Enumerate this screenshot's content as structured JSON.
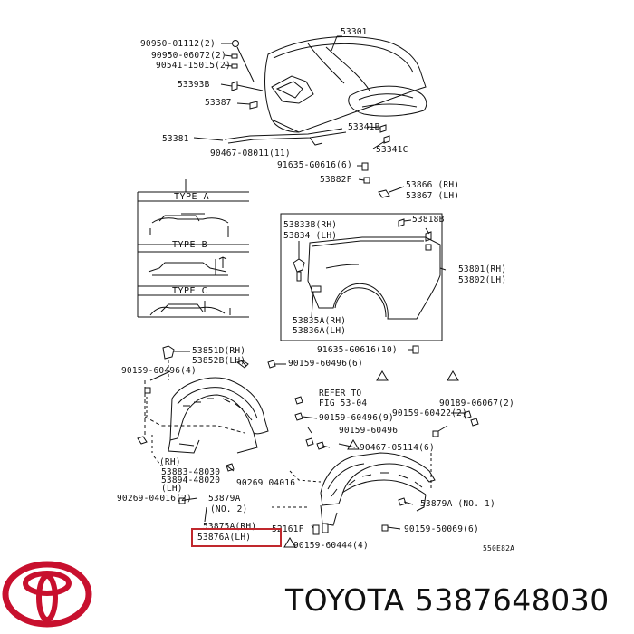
{
  "diagram": {
    "part_labels": [
      "53301",
      "90950-01112(2)",
      "90950-06072(2)",
      "90541-15015(2)",
      "53393B",
      "53387",
      "53341B",
      "53381",
      "90467-08011(11)",
      "53341C",
      "91635-G0616(6)",
      "53882F",
      "53866 (RH)",
      "53867 (LH)",
      "53833B(RH)",
      "53834 (LH)",
      "53818B",
      "53801(RH)",
      "53802(LH)",
      "53835A(RH)",
      "53836A(LH)",
      "91635-G0616(10)",
      "53851D(RH)",
      "53852B(LH)",
      "90159-60496(4)",
      "90159-60496(6)",
      "REFER TO",
      "FIG 53-04",
      "90189-06067(2)",
      "90159-60422(2)",
      "90159-60496(9)",
      "90159-60496",
      "90467-05114(6)",
      "(RH)",
      "53883-48030",
      "53894-48020",
      "(LH)",
      "90269 04016",
      "90269-04016(2)",
      "53879A",
      "(NO. 2)",
      "53875A(RH)",
      "53876A(LH)",
      "52161F",
      "53879A (NO. 1)",
      "90159-50069(6)",
      "90159-60444(4)",
      "550E82A"
    ],
    "type_labels": [
      "TYPE A",
      "TYPE B",
      "TYPE C"
    ],
    "highlighted_part": "53876A(LH)"
  },
  "footer": {
    "brand": "TOYOTA",
    "part_number": "5387648030"
  },
  "colors": {
    "highlight": "#c0282d",
    "logo": "#c8102e",
    "line": "#111111"
  }
}
